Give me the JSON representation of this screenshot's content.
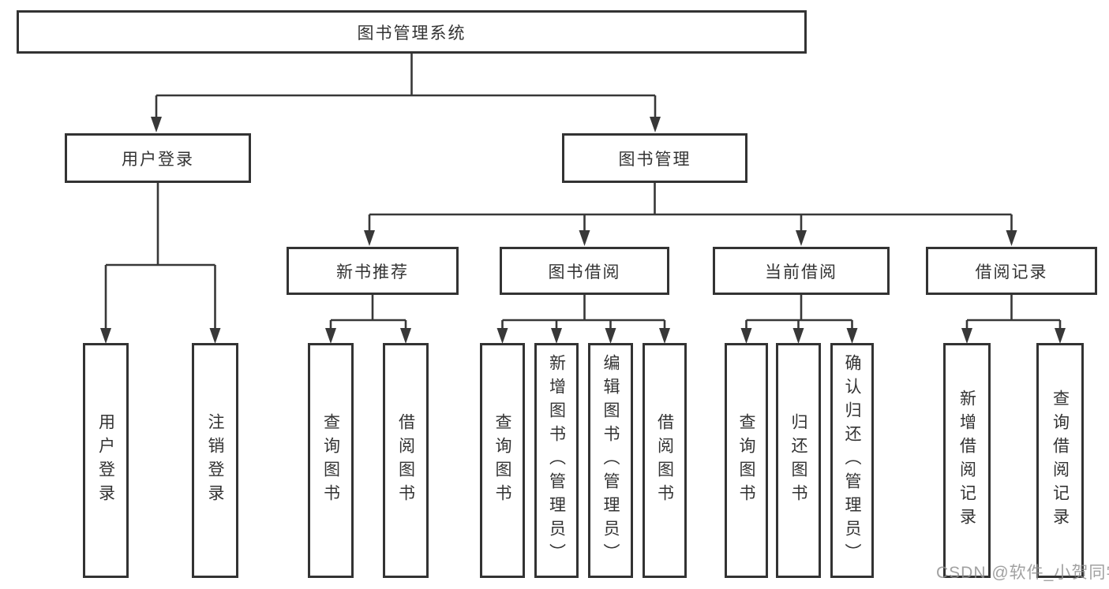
{
  "diagram": {
    "title_node": "图书管理系统",
    "watermark": "CSDN @软件_小贺同学",
    "colors": {
      "line": "#383838",
      "border": "#333333",
      "text": "#333333",
      "watermark": "#919191",
      "background": "#ffffff"
    },
    "nodes": {
      "root": {
        "label": "图书管理系统"
      },
      "user_login": {
        "label": "用户登录"
      },
      "book_mgmt": {
        "label": "图书管理"
      },
      "new_book": {
        "label": "新书推荐"
      },
      "book_borrow": {
        "label": "图书借阅"
      },
      "current_borrow": {
        "label": "当前借阅"
      },
      "borrow_record": {
        "label": "借阅记录"
      },
      "leaves": {
        "a1": "用户登录",
        "a2": "注销登录",
        "b1": "查询图书",
        "b2": "借阅图书",
        "c1": "查询图书",
        "c2": "新增图书（管理员）",
        "c3": "编辑图书（管理员）",
        "c4": "借阅图书",
        "d1": "查询图书",
        "d2": "归还图书",
        "d3": "确认归还（管理员）",
        "e1": "新增借阅记录",
        "e2": "查询借阅记录"
      }
    },
    "hierarchy": {
      "root_children": [
        "用户登录",
        "图书管理"
      ],
      "user_login_children": [
        "用户登录",
        "注销登录"
      ],
      "book_mgmt_children": [
        "新书推荐",
        "图书借阅",
        "当前借阅",
        "借阅记录"
      ],
      "new_book_children": [
        "查询图书",
        "借阅图书"
      ],
      "book_borrow_children": [
        "查询图书",
        "新增图书（管理员）",
        "编辑图书（管理员）",
        "借阅图书"
      ],
      "current_borrow_children": [
        "查询图书",
        "归还图书",
        "确认归还（管理员）"
      ],
      "borrow_record_children": [
        "新增借阅记录",
        "查询借阅记录"
      ]
    }
  }
}
